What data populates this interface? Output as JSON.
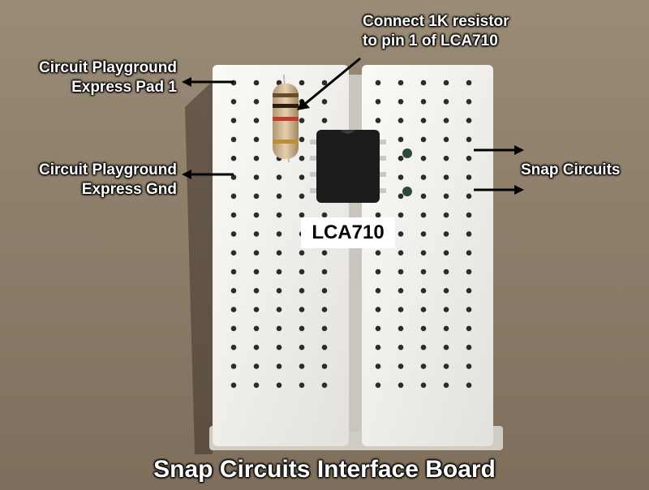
{
  "labels": {
    "pad1": [
      "Circuit Playground",
      "Express Pad 1"
    ],
    "gnd": [
      "Circuit Playground",
      "Express Gnd"
    ],
    "resistor_note": [
      "Connect 1K resistor",
      "to pin 1 of LCA710"
    ],
    "snap": "Snap Circuits",
    "chip": "LCA710",
    "title": "Snap Circuits Interface Board"
  },
  "colors": {
    "background": "#8a7a66",
    "board": "#f2f1ee",
    "hole": "#2b2b2b",
    "chip": "#1c1c1c",
    "text": "#ffffff"
  }
}
